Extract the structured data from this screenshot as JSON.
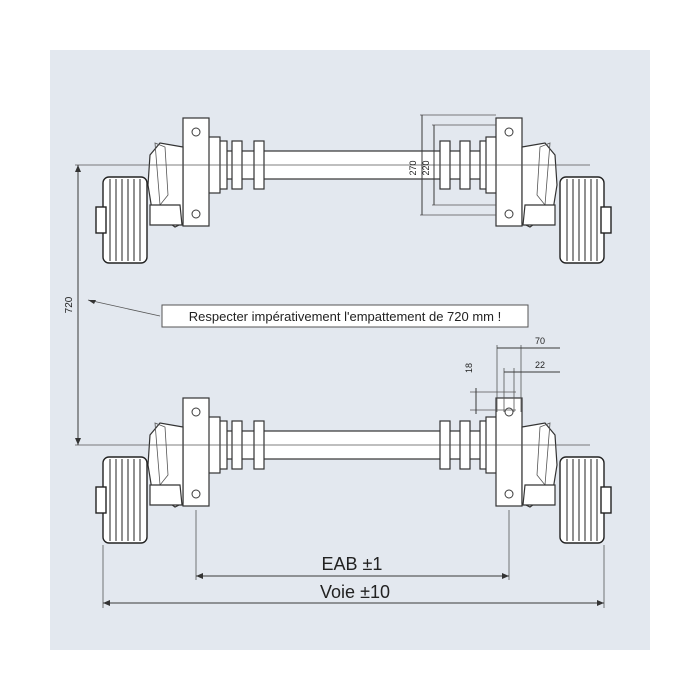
{
  "dimensions": {
    "wheelbase": "720",
    "flange_height_outer": "270",
    "flange_height_inner": "220",
    "bolt_offset": "18",
    "flange_width_outer": "70",
    "flange_width_inner": "22",
    "eab_label": "EAB ±1",
    "track_label": "Voie ±10"
  },
  "note": "Respecter impérativement l'empattement de 720 mm !"
}
